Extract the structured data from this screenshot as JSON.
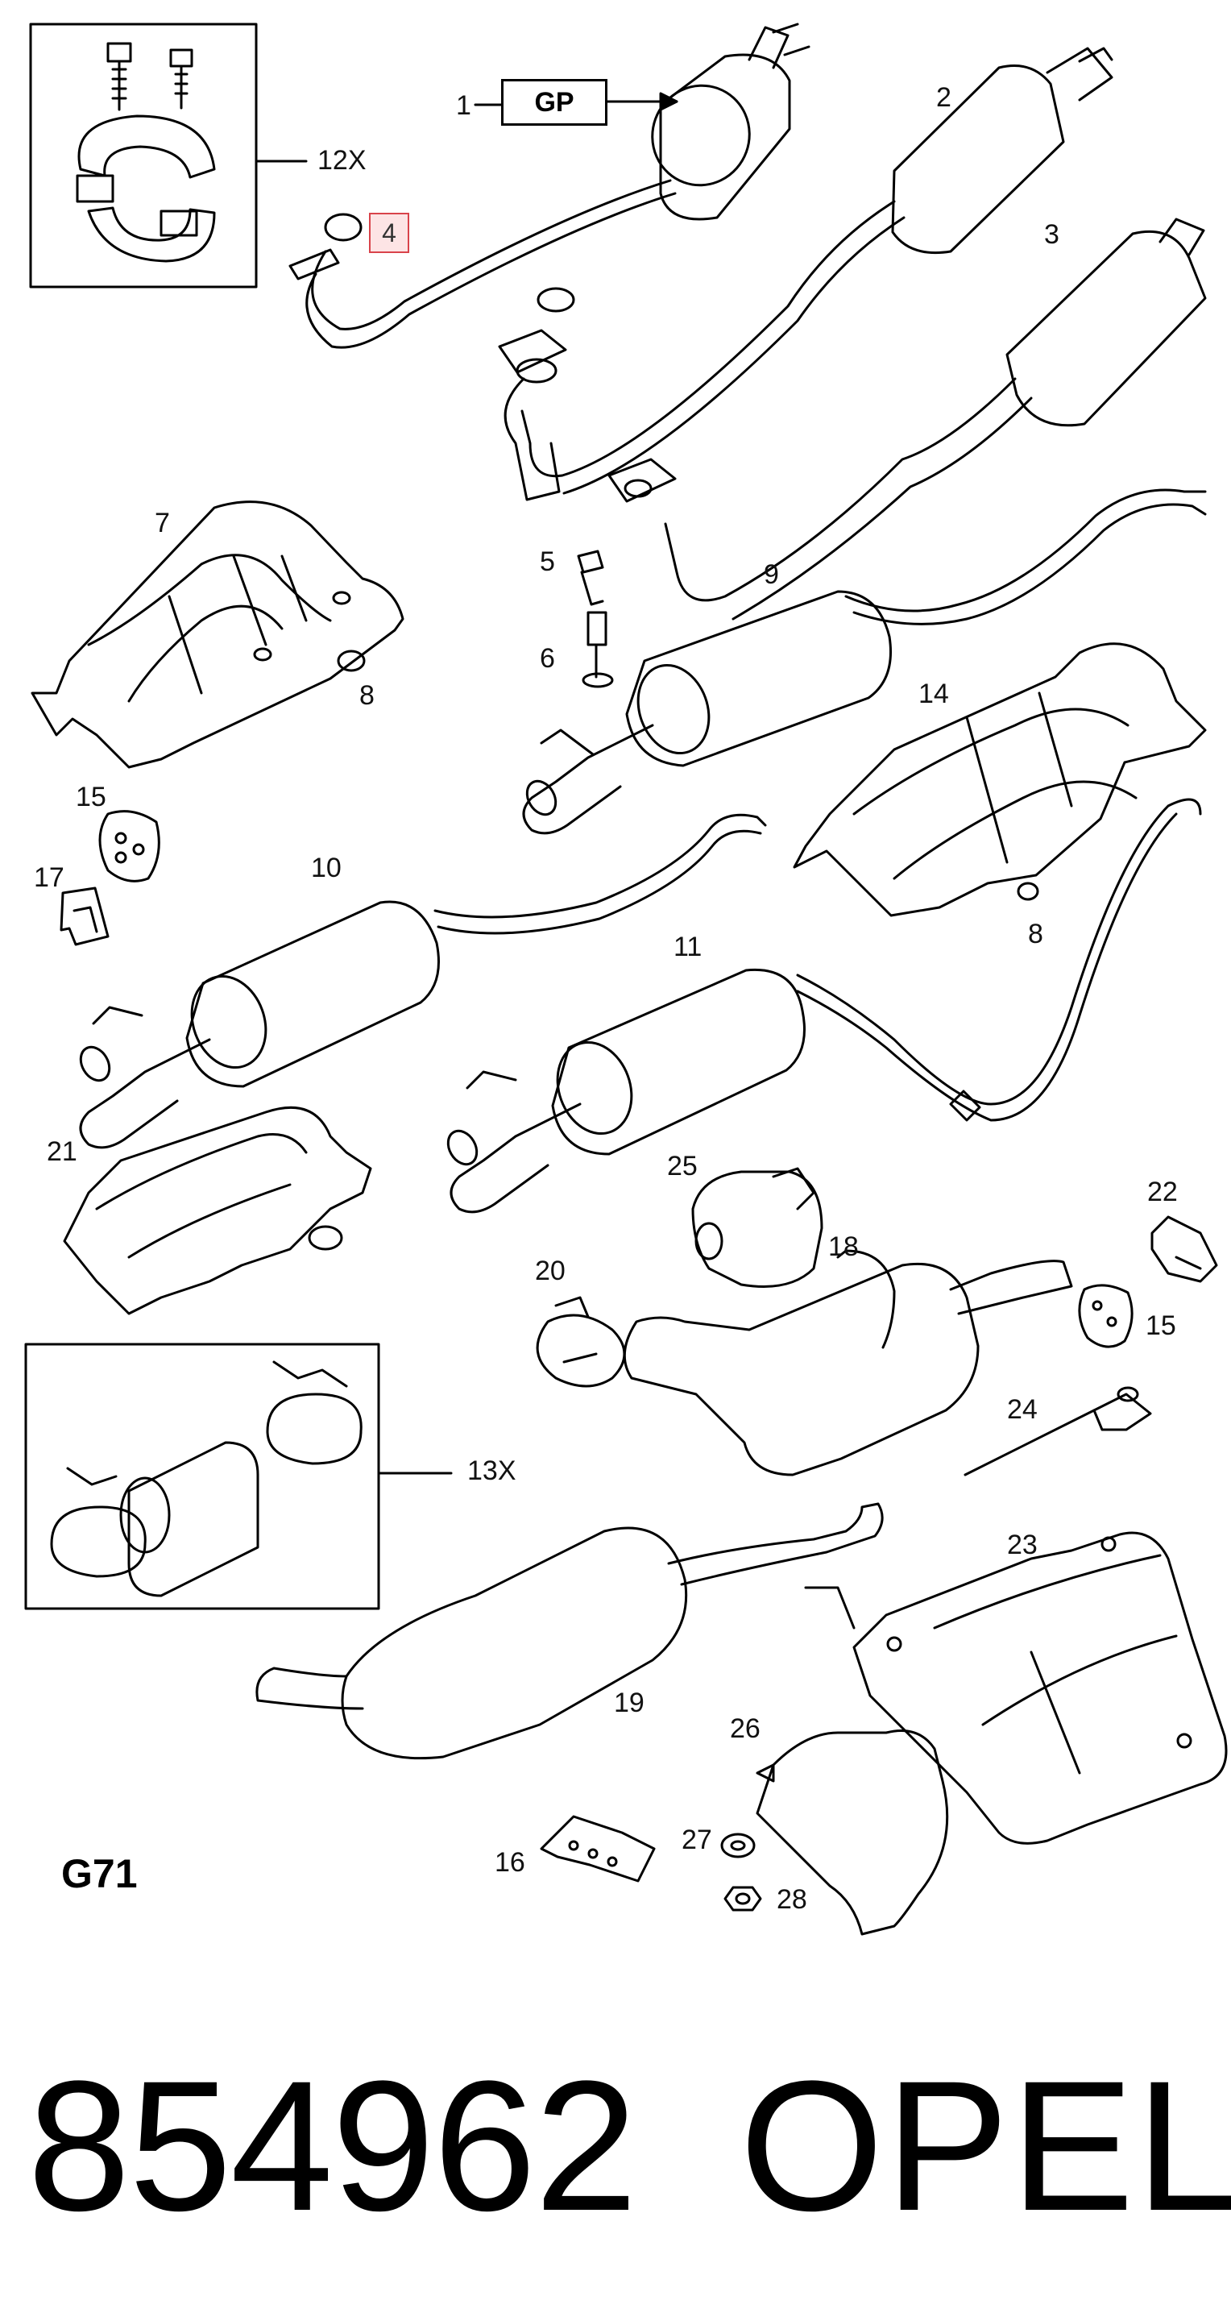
{
  "diagram": {
    "group_code": "G71",
    "gp_label": "GP",
    "highlighted_part": "4",
    "parts": [
      {
        "ref": "1",
        "label": "1"
      },
      {
        "ref": "2",
        "label": "2"
      },
      {
        "ref": "3",
        "label": "3"
      },
      {
        "ref": "5",
        "label": "5"
      },
      {
        "ref": "6",
        "label": "6"
      },
      {
        "ref": "7",
        "label": "7"
      },
      {
        "ref": "8",
        "label": "8"
      },
      {
        "ref": "8b",
        "label": "8"
      },
      {
        "ref": "9",
        "label": "9"
      },
      {
        "ref": "10",
        "label": "10"
      },
      {
        "ref": "11",
        "label": "11"
      },
      {
        "ref": "12",
        "label": "12X"
      },
      {
        "ref": "13",
        "label": "13X"
      },
      {
        "ref": "14",
        "label": "14"
      },
      {
        "ref": "15",
        "label": "15"
      },
      {
        "ref": "15b",
        "label": "15"
      },
      {
        "ref": "16",
        "label": "16"
      },
      {
        "ref": "17",
        "label": "17"
      },
      {
        "ref": "18",
        "label": "18"
      },
      {
        "ref": "19",
        "label": "19"
      },
      {
        "ref": "20",
        "label": "20"
      },
      {
        "ref": "21",
        "label": "21"
      },
      {
        "ref": "22",
        "label": "22"
      },
      {
        "ref": "23",
        "label": "23"
      },
      {
        "ref": "24",
        "label": "24"
      },
      {
        "ref": "25",
        "label": "25"
      },
      {
        "ref": "26",
        "label": "26"
      },
      {
        "ref": "27",
        "label": "27"
      },
      {
        "ref": "28",
        "label": "28"
      }
    ]
  },
  "footer": {
    "part_number": "854962",
    "brand": "OPEL"
  },
  "colors": {
    "line": "#000000",
    "highlight_border": "#d9434b",
    "highlight_fill": "#fde4e5"
  }
}
